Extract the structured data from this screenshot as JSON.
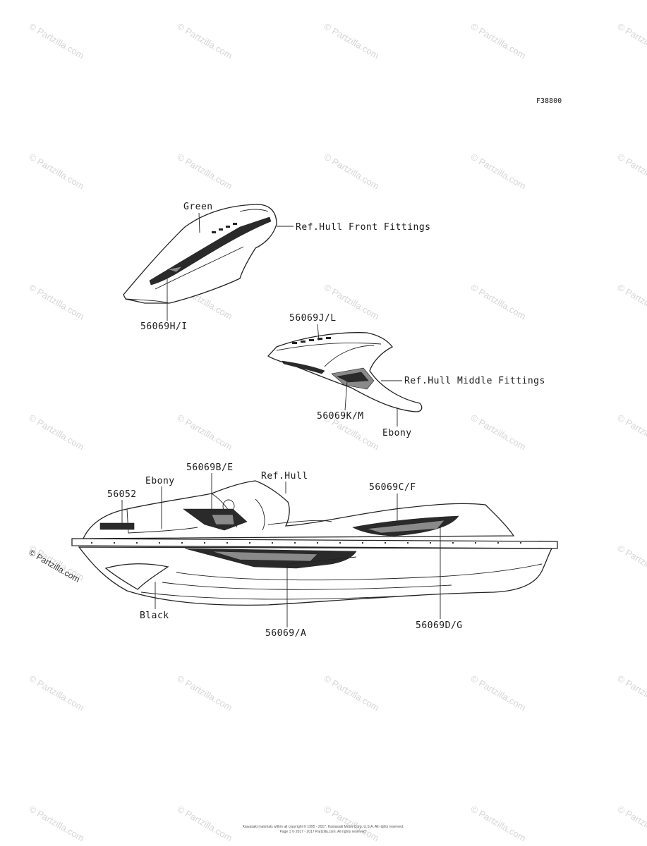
{
  "figure_code": "F38800",
  "watermark_text": "Partzilla.com",
  "credit_text": "© Partzilla.com",
  "copyright_lines": [
    "Kawasaki materials within all copyright © 1995 - 2017. Kawasaki Motor Corp, U.S.A. All rights reserved.",
    "Page 1 © 2017 - 2017 Partzilla.com. All rights reserved."
  ],
  "parts": {
    "front_fitting": {
      "color_label": "Green",
      "ref_label": "Ref.Hull Front Fittings",
      "decal_label": "56069H/I"
    },
    "middle_fitting": {
      "top_decal_label": "56069J/L",
      "ref_label": "Ref.Hull Middle Fittings",
      "bottom_decal_label": "56069K/M",
      "color_label": "Ebony"
    },
    "hull": {
      "badge_label": "56052",
      "color_label_top": "Ebony",
      "decal_label_left": "56069B/E",
      "ref_label": "Ref.Hull",
      "decal_label_right": "56069C/F",
      "color_label_bottom": "Black",
      "decal_label_main": "56069/A",
      "decal_label_side": "56069D/G"
    }
  }
}
